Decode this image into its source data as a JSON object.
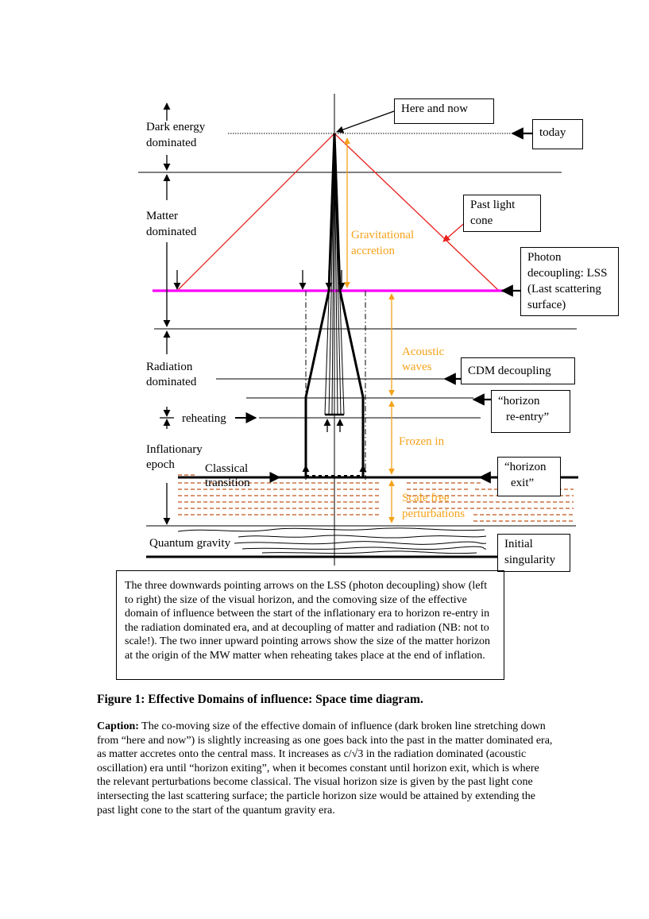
{
  "diagram": {
    "eras": {
      "dark_energy": [
        "Dark energy",
        "dominated"
      ],
      "matter": [
        "Matter",
        "dominated"
      ],
      "radiation": [
        "Radiation",
        "dominated"
      ],
      "reheating": "reheating",
      "inflationary": [
        "Inflationary",
        "epoch"
      ],
      "classical_transition": [
        "Classical",
        "transition"
      ],
      "quantum_gravity": "Quantum gravity"
    },
    "orange_labels": {
      "gravitational_accretion": [
        "Gravitational",
        "accretion"
      ],
      "acoustic_waves": [
        "Acoustic",
        "waves"
      ],
      "frozen_in": "Frozen in",
      "scale_free": [
        "Scale free",
        "perturbations"
      ]
    },
    "boxes": {
      "here_and_now": "Here and now",
      "today": "today",
      "past_light_cone": [
        "Past light",
        "cone"
      ],
      "photon_decoupling": [
        "Photon",
        "decoupling: LSS",
        "(Last scattering",
        "surface)"
      ],
      "cdm_decoupling": "CDM decoupling",
      "horizon_reentry": [
        "“horizon",
        "re-entry”"
      ],
      "horizon_exit": [
        "“horizon",
        "exit”"
      ],
      "initial_singularity": [
        "Initial",
        "singularity"
      ]
    },
    "colors": {
      "light_cone": "#e8201c",
      "lss_line": "#ff00ff",
      "orange": "#f5a21a",
      "perturbations": "#c0541a"
    }
  },
  "note": "The three downwards pointing arrows on the LSS (photon decoupling) show (left to right) the size of the visual horizon, and the comoving size of the effective domain of influence between the start of the inflationary era to horizon re-entry in the radiation dominated era, and at decoupling of matter and radiation (NB: not to scale!).  The two inner upward pointing arrows show the size of the matter horizon at the origin of the MW matter when reheating takes place at the end of inflation.",
  "figure_title": "Figure 1: Effective Domains of influence: Space time diagram.",
  "caption": {
    "label": "Caption:",
    "text": " The co-moving size of the effective domain of influence (dark broken line stretching down from “here and now”) is slightly increasing as one goes back into the past in the matter dominated era, as matter accretes onto the central mass. It increases as c/√3 in the radiation dominated (acoustic oscillation) era until “horizon exiting”, when it becomes constant until horizon exit, which is where the relevant perturbations become classical. The visual horizon size is given by the past light cone intersecting the last scattering surface; the particle horizon size would be attained by extending the past light cone to the start of the quantum gravity era."
  }
}
